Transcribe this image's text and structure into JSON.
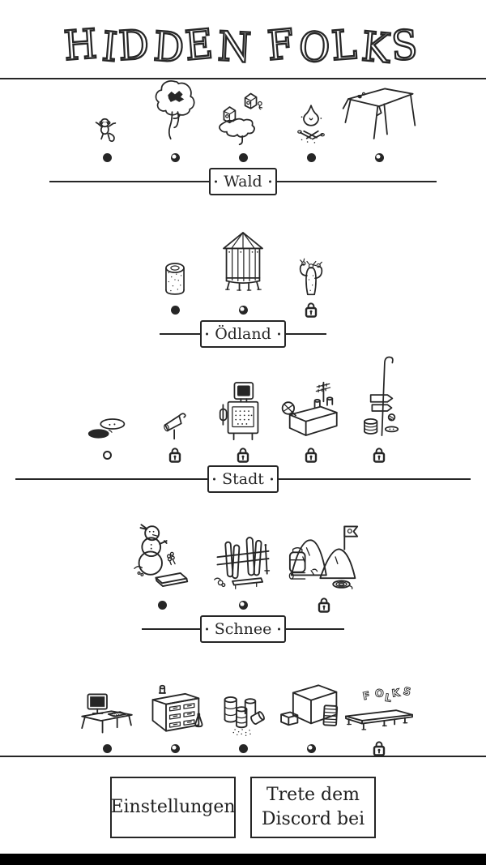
{
  "logo": {
    "title": "HIDDEN FOLKS"
  },
  "worlds": [
    {
      "label": "Wald",
      "items": [
        {
          "name": "monkey",
          "status": "filled"
        },
        {
          "name": "tree",
          "status": "shine"
        },
        {
          "name": "floating-island",
          "status": "filled"
        },
        {
          "name": "campfire",
          "status": "filled"
        },
        {
          "name": "tent",
          "status": "shine"
        }
      ]
    },
    {
      "label": "Ödland",
      "items": [
        {
          "name": "log",
          "status": "filled"
        },
        {
          "name": "water-tower",
          "status": "shine"
        },
        {
          "name": "cactus",
          "status": "locked"
        }
      ]
    },
    {
      "label": "Stadt",
      "items": [
        {
          "name": "manhole",
          "status": "open"
        },
        {
          "name": "megaphone",
          "status": "locked"
        },
        {
          "name": "scoreboard",
          "status": "locked"
        },
        {
          "name": "antenna-building",
          "status": "locked"
        },
        {
          "name": "street-sign",
          "status": "locked"
        }
      ]
    },
    {
      "label": "Schnee",
      "items": [
        {
          "name": "snowman",
          "status": "filled"
        },
        {
          "name": "ski-fence",
          "status": "shine"
        },
        {
          "name": "mountains",
          "status": "locked"
        }
      ]
    },
    {
      "label": "",
      "items": [
        {
          "name": "computer-desk",
          "status": "filled"
        },
        {
          "name": "factory-cabinet",
          "status": "shine"
        },
        {
          "name": "barrels",
          "status": "filled"
        },
        {
          "name": "crate",
          "status": "shine"
        },
        {
          "name": "folks-bench",
          "status": "locked",
          "letters": [
            "F",
            "O",
            "L",
            "K",
            "S"
          ]
        }
      ]
    }
  ],
  "buttons": {
    "settings": "Einstellungen",
    "discord": "Trete dem Discord bei"
  },
  "colors": {
    "ink": "#262626",
    "background": "#ffffff"
  }
}
